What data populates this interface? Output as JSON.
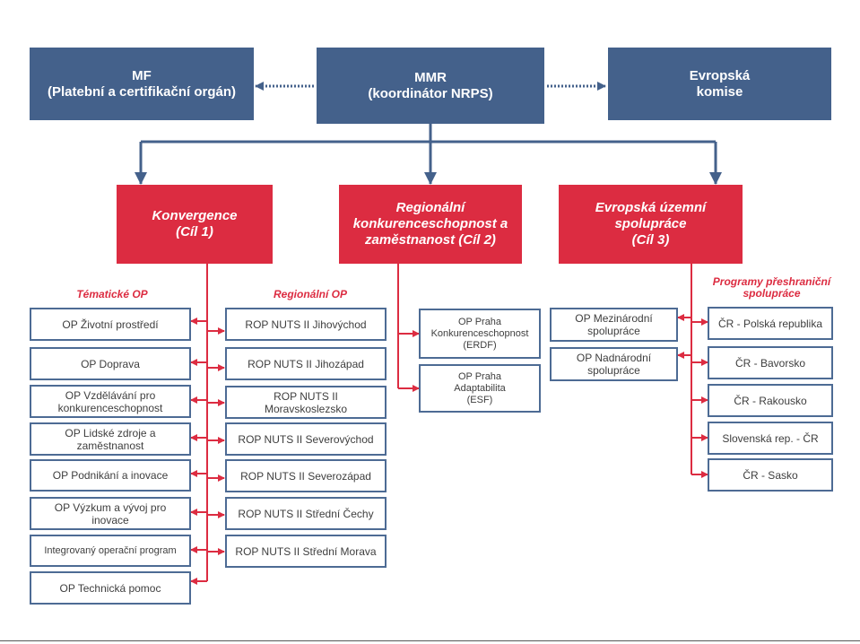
{
  "top": {
    "mf": "MF\n(Platební a certifikační orgán)",
    "mmr": "MMR\n(koordinátor NRPS)",
    "ek": "Evropská\nkomise"
  },
  "goals": {
    "konvergence": "Konvergence\n(Cíl 1)",
    "rkz": "Regionální\nkonkurenceschopnost a\nzaměstnanost (Cíl 2)",
    "euz": "Evropská územní\nspolupráce\n(Cíl 3)"
  },
  "headers": {
    "tematicke": "Tématické OP",
    "regionalni": "Regionální OP",
    "preshranicni": "Programy přeshraniční\nspolupráce"
  },
  "tematicke_op": [
    "OP Životní prostředí",
    "OP Doprava",
    "OP Vzdělávání pro\nkonkurenceschopnost",
    "OP Lidské zdroje a\nzaměstnanost",
    "OP Podnikání a inovace",
    "OP Výzkum a vývoj pro\ninovace",
    "Integrovaný operační program",
    "OP Technická pomoc"
  ],
  "regionalni_op": [
    "ROP NUTS II Jihovýchod",
    "ROP NUTS II Jihozápad",
    "ROP NUTS II\nMoravskoslezsko",
    "ROP NUTS II Severovýchod",
    "ROP NUTS II Severozápad",
    "ROP NUTS II Střední Čechy",
    "ROP NUTS II Střední Morava"
  ],
  "praha_op": [
    "OP Praha\nKonkurenceschopnost\n(ERDF)",
    "OP Praha\nAdaptabilita\n(ESF)"
  ],
  "euz_op": [
    "OP Mezinárodní\nspolupráce",
    "OP Nadnárodní\nspolupráce"
  ],
  "preshranicni": [
    "ČR - Polská republika",
    "ČR - Bavorsko",
    "ČR - Rakousko",
    "Slovenská rep. - ČR",
    "ČR - Sasko"
  ],
  "colors": {
    "blue": "#44618b",
    "red": "#dc2c41",
    "box_border": "#4d6b94"
  }
}
